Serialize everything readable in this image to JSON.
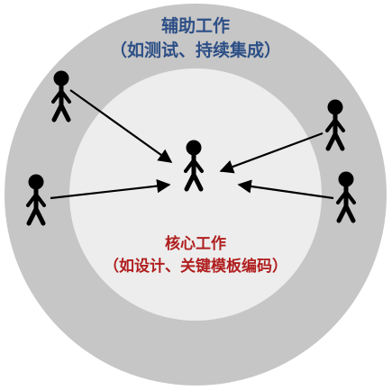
{
  "outer_label": {
    "line1": "辅助工作",
    "line2": "（如测试、持续集成）"
  },
  "inner_label": {
    "line1": "核心工作",
    "line2": "（如设计、关键模板编码）"
  },
  "colors": {
    "outer_ring": "#c6c6c6",
    "inner_circle": "#ededed",
    "outer_text": "#2d4f86",
    "inner_text": "#b01e1e",
    "figures": "#000000"
  },
  "figures": [
    {
      "role": "core",
      "icon": "stick-figure-icon"
    },
    {
      "role": "auxiliary-top-left",
      "icon": "stick-figure-icon"
    },
    {
      "role": "auxiliary-bottom-left",
      "icon": "stick-figure-icon"
    },
    {
      "role": "auxiliary-top-right",
      "icon": "stick-figure-icon"
    },
    {
      "role": "auxiliary-bottom-right",
      "icon": "stick-figure-icon"
    }
  ]
}
